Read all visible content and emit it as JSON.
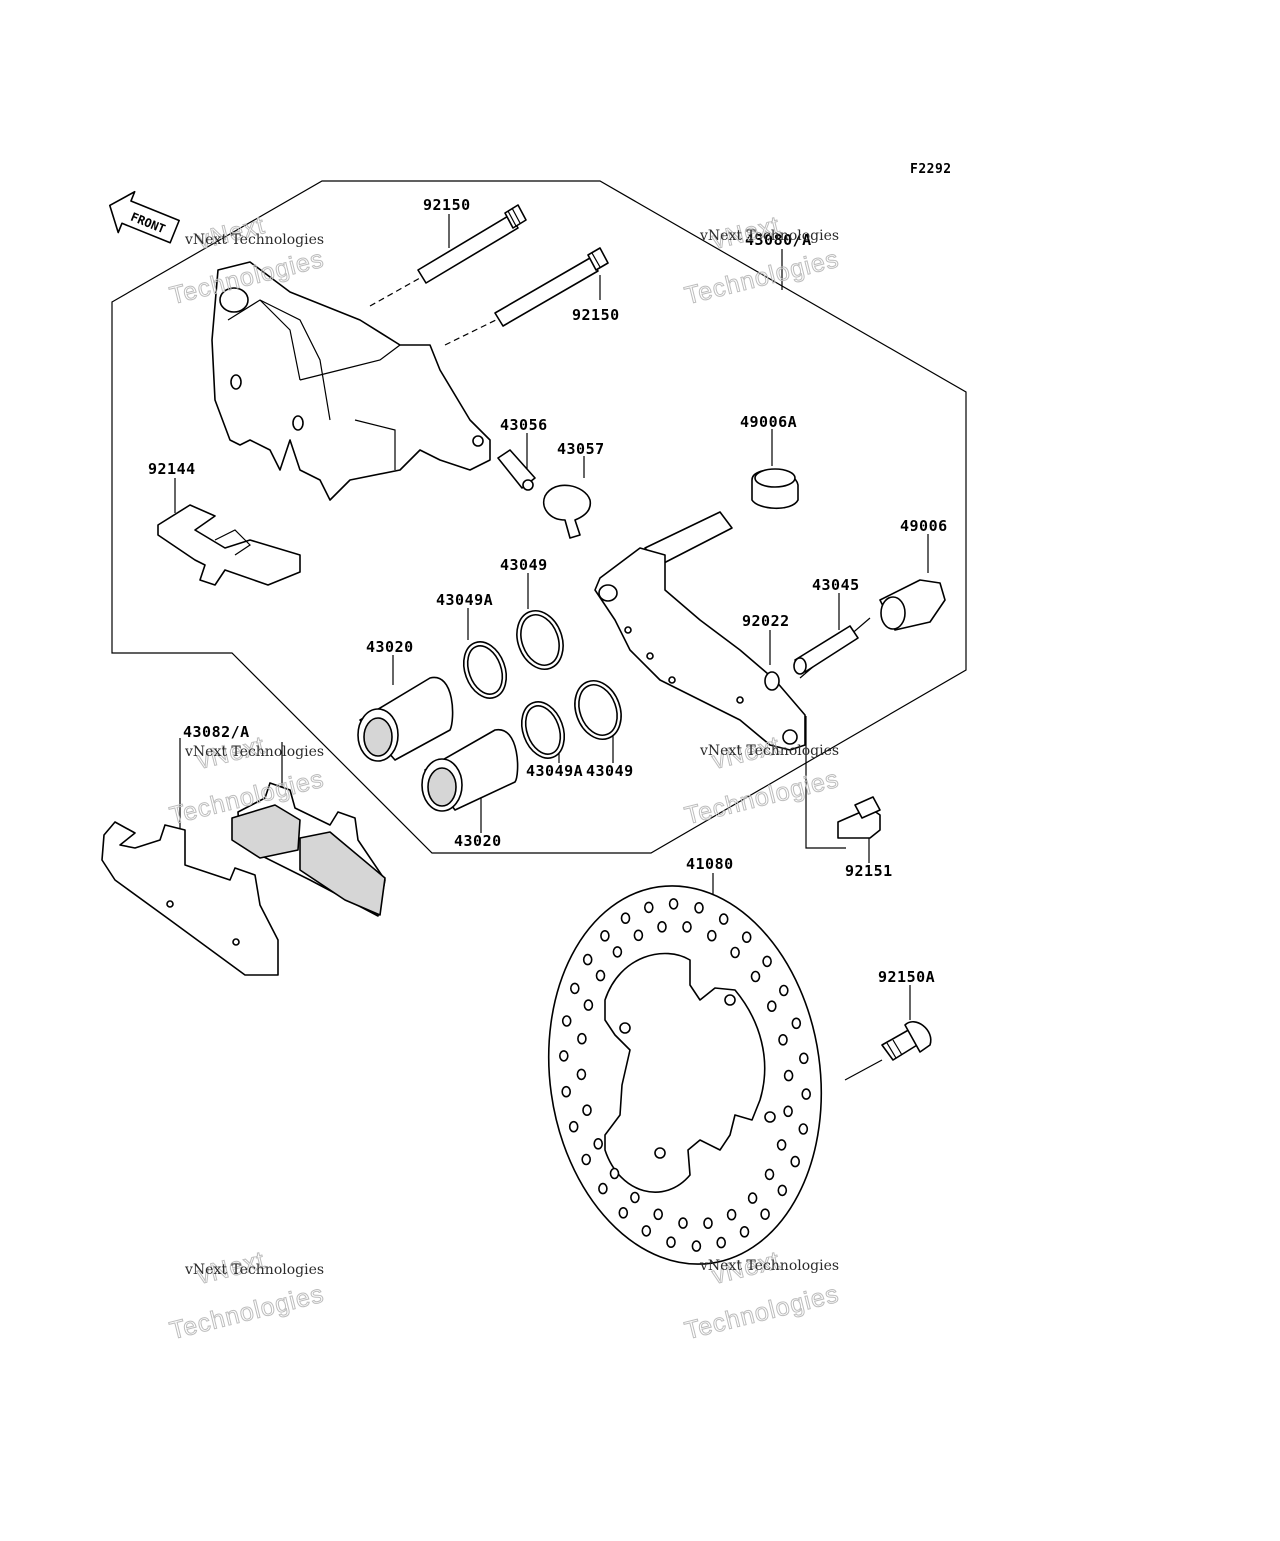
{
  "diagram": {
    "code": "F2292",
    "front_badge": "FRONT",
    "labels": [
      {
        "id": "pin-92150-top",
        "text": "92150"
      },
      {
        "id": "pin-92150-mid",
        "text": "92150"
      },
      {
        "id": "caliper-43080a",
        "text": "43080/A"
      },
      {
        "id": "bleeder-43056",
        "text": "43056"
      },
      {
        "id": "cap-43057",
        "text": "43057"
      },
      {
        "id": "boot-49006a",
        "text": "49006A"
      },
      {
        "id": "spring-92144",
        "text": "92144"
      },
      {
        "id": "boot-49006",
        "text": "49006"
      },
      {
        "id": "seal-43049-top",
        "text": "43049"
      },
      {
        "id": "seal-43049a-top",
        "text": "43049A"
      },
      {
        "id": "pin-43045",
        "text": "43045"
      },
      {
        "id": "piston-43020-top",
        "text": "43020"
      },
      {
        "id": "washer-92022",
        "text": "92022"
      },
      {
        "id": "pads-43082a",
        "text": "43082/A"
      },
      {
        "id": "seal-43049-bottom",
        "text": "43049"
      },
      {
        "id": "seal-43049a-bottom",
        "text": "43049A"
      },
      {
        "id": "piston-43020-bottom",
        "text": "43020"
      },
      {
        "id": "bolt-92151",
        "text": "92151"
      },
      {
        "id": "disc-41080",
        "text": "41080"
      },
      {
        "id": "bolt-92150a",
        "text": "92150A"
      }
    ]
  },
  "watermark": {
    "line1": "vNext Technologies",
    "line2": "Technologies",
    "line3": "vNext"
  }
}
